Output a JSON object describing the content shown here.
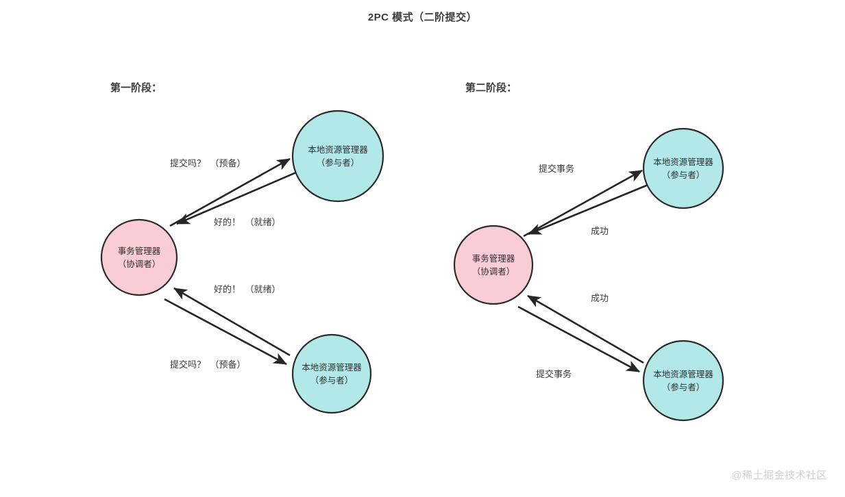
{
  "diagram": {
    "title": "2PC 模式（二阶提交）",
    "watermark": "@稀土掘金技术社区",
    "colors": {
      "participant_fill": "#b2e8e8",
      "coordinator_fill": "#f9ccd6",
      "stroke": "#2b2b2b",
      "text": "#3a3a3a",
      "watermark": "#cfcfcf",
      "background": "#ffffff"
    },
    "phases": [
      {
        "id": "phase-one",
        "label": "第一阶段：",
        "nodes": [
          {
            "id": "coordinator-left",
            "role": "coordinator",
            "line1": "事务管理器",
            "line2": "（协调者）"
          },
          {
            "id": "participant-left-top",
            "role": "participant",
            "line1": "本地资源管理器",
            "line2": "（参与者）"
          },
          {
            "id": "participant-left-bottom",
            "role": "participant",
            "line1": "本地资源管理器",
            "line2": "（参与者）"
          }
        ],
        "edges": [
          {
            "id": "edge-l1",
            "label": "提交吗？　（预备）",
            "from": "coordinator-left",
            "to": "participant-left-top"
          },
          {
            "id": "edge-l2",
            "label": "好的！　（就绪）",
            "from": "participant-left-top",
            "to": "coordinator-left"
          },
          {
            "id": "edge-l3",
            "label": "好的！　（就绪）",
            "from": "participant-left-bottom",
            "to": "coordinator-left"
          },
          {
            "id": "edge-l4",
            "label": "提交吗？　（预备）",
            "from": "coordinator-left",
            "to": "participant-left-bottom"
          }
        ]
      },
      {
        "id": "phase-two",
        "label": "第二阶段：",
        "nodes": [
          {
            "id": "coordinator-right",
            "role": "coordinator",
            "line1": "事务管理器",
            "line2": "（协调者）"
          },
          {
            "id": "participant-right-top",
            "role": "participant",
            "line1": "本地资源管理器",
            "line2": "（参与者）"
          },
          {
            "id": "participant-right-bottom",
            "role": "participant",
            "line1": "本地资源管理器",
            "line2": "（参与者）"
          }
        ],
        "edges": [
          {
            "id": "edge-r1",
            "label": "提交事务",
            "from": "coordinator-right",
            "to": "participant-right-top"
          },
          {
            "id": "edge-r2",
            "label": "成功",
            "from": "participant-right-top",
            "to": "coordinator-right"
          },
          {
            "id": "edge-r3",
            "label": "成功",
            "from": "participant-right-bottom",
            "to": "coordinator-right"
          },
          {
            "id": "edge-r4",
            "label": "提交事务",
            "from": "coordinator-right",
            "to": "participant-right-bottom"
          }
        ]
      }
    ]
  }
}
